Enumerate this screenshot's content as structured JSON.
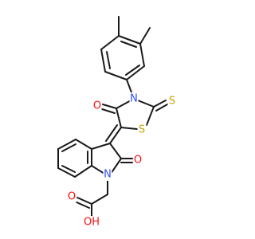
{
  "atoms": {
    "O_carbonyl_thiazolidinone": {
      "label": "O",
      "color": "#ff0d0d"
    },
    "N_thiazolidinone": {
      "label": "N",
      "color": "#3050f8"
    },
    "S_thioxo": {
      "label": "S",
      "color": "#c8a000"
    },
    "S_ring": {
      "label": "S",
      "color": "#c8a000"
    },
    "O_oxindole": {
      "label": "O",
      "color": "#ff0d0d"
    },
    "N_oxindole": {
      "label": "N",
      "color": "#3050f8"
    },
    "O_acid_carbonyl": {
      "label": "O",
      "color": "#ff0d0d"
    },
    "O_acid_hydroxyl": {
      "label": "OH",
      "color": "#ff0d0d"
    }
  },
  "colors": {
    "bond": "#1a1a1a",
    "background": "#ffffff"
  }
}
